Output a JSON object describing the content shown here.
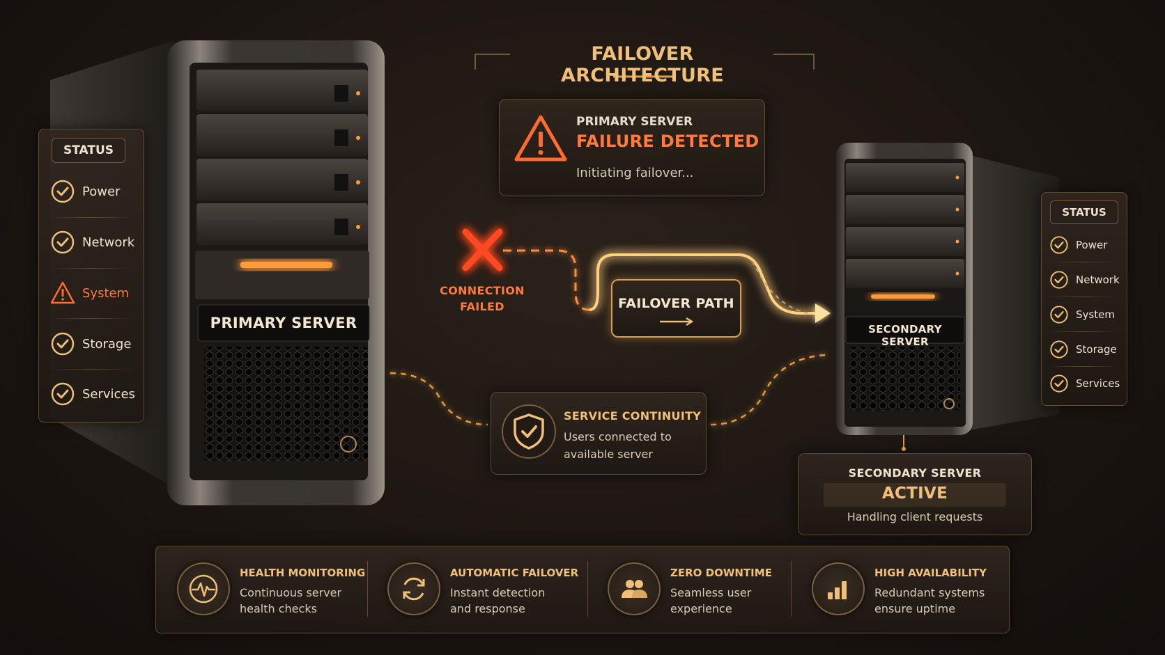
{
  "header": {
    "title": "FAILOVER ARCHITECTURE"
  },
  "alert": {
    "subtitle": "PRIMARY SERVER",
    "title": "FAILURE DETECTED",
    "message": "Initiating failover..."
  },
  "primary": {
    "label": "PRIMARY SERVER",
    "status_title": "STATUS",
    "items": [
      {
        "label": "Power",
        "state": "ok"
      },
      {
        "label": "Network",
        "state": "ok"
      },
      {
        "label": "System",
        "state": "warning"
      },
      {
        "label": "Storage",
        "state": "ok"
      },
      {
        "label": "Services",
        "state": "ok"
      }
    ]
  },
  "secondary": {
    "label": "SECONDARY SERVER",
    "status_title": "STATUS",
    "items": [
      {
        "label": "Power",
        "state": "ok"
      },
      {
        "label": "Network",
        "state": "ok"
      },
      {
        "label": "System",
        "state": "ok"
      },
      {
        "label": "Storage",
        "state": "ok"
      },
      {
        "label": "Services",
        "state": "ok"
      }
    ]
  },
  "connection": {
    "line1": "CONNECTION",
    "line2": "FAILED"
  },
  "failover_path": {
    "label": "FAILOVER PATH"
  },
  "continuity": {
    "title": "SERVICE CONTINUITY",
    "line1": "Users connected to",
    "line2": "available server"
  },
  "active": {
    "subtitle": "SECONDARY SERVER",
    "title": "ACTIVE",
    "message": "Handling client requests"
  },
  "features": [
    {
      "icon": "heartbeat-icon",
      "title": "HEALTH MONITORING",
      "line1": "Continuous server",
      "line2": "health checks"
    },
    {
      "icon": "refresh-icon",
      "title": "AUTOMATIC FAILOVER",
      "line1": "Instant detection",
      "line2": "and response"
    },
    {
      "icon": "users-icon",
      "title": "ZERO DOWNTIME",
      "line1": "Seamless user",
      "line2": "experience"
    },
    {
      "icon": "bar-chart-icon",
      "title": "HIGH AVAILABILITY",
      "line1": "Redundant systems",
      "line2": "ensure uptime"
    }
  ],
  "colors": {
    "accent": "#f0c07a",
    "alert": "#ff6a2e",
    "ok": "#f0c07a",
    "background": "#1c1612"
  }
}
